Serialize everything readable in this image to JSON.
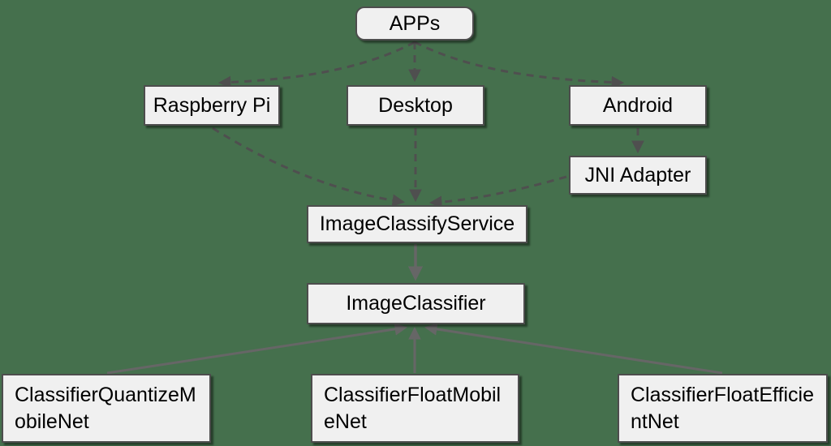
{
  "diagram": {
    "background_color": "#45704D",
    "node_fill_color": "#F0F0F0",
    "node_border_color": "#4D4D4D",
    "dashed_edge_color": "#4F4F4F",
    "solid_edge_color": "#666666",
    "text_color": "#000000"
  },
  "nodes": {
    "apps": {
      "label": "APPs"
    },
    "raspberry_pi": {
      "label": "Raspberry Pi"
    },
    "desktop": {
      "label": "Desktop"
    },
    "android": {
      "label": "Android"
    },
    "jni_adapter": {
      "label": "JNI Adapter"
    },
    "image_classify_service": {
      "label": "ImageClassifyService"
    },
    "image_classifier": {
      "label": "ImageClassifier"
    },
    "classifier_quantize_mobilenet": {
      "label": "ClassifierQuantizeMobileNet"
    },
    "classifier_float_mobilenet": {
      "label": "ClassifierFloatMobileNet"
    },
    "classifier_float_efficientnet": {
      "label": "ClassifierFloatEfficientNet"
    }
  },
  "edges": [
    {
      "from": "APPs",
      "to": "Raspberry Pi",
      "style": "dashed"
    },
    {
      "from": "APPs",
      "to": "Desktop",
      "style": "dashed"
    },
    {
      "from": "APPs",
      "to": "Android",
      "style": "dashed"
    },
    {
      "from": "Raspberry Pi",
      "to": "ImageClassifyService",
      "style": "dashed"
    },
    {
      "from": "Desktop",
      "to": "ImageClassifyService",
      "style": "dashed"
    },
    {
      "from": "Android",
      "to": "JNI Adapter",
      "style": "dashed"
    },
    {
      "from": "JNI Adapter",
      "to": "ImageClassifyService",
      "style": "dashed"
    },
    {
      "from": "ImageClassifyService",
      "to": "ImageClassifier",
      "style": "solid"
    },
    {
      "from": "ClassifierQuantizeMobileNet",
      "to": "ImageClassifier",
      "style": "solid"
    },
    {
      "from": "ClassifierFloatMobileNet",
      "to": "ImageClassifier",
      "style": "solid"
    },
    {
      "from": "ClassifierFloatEfficientNet",
      "to": "ImageClassifier",
      "style": "solid"
    }
  ]
}
